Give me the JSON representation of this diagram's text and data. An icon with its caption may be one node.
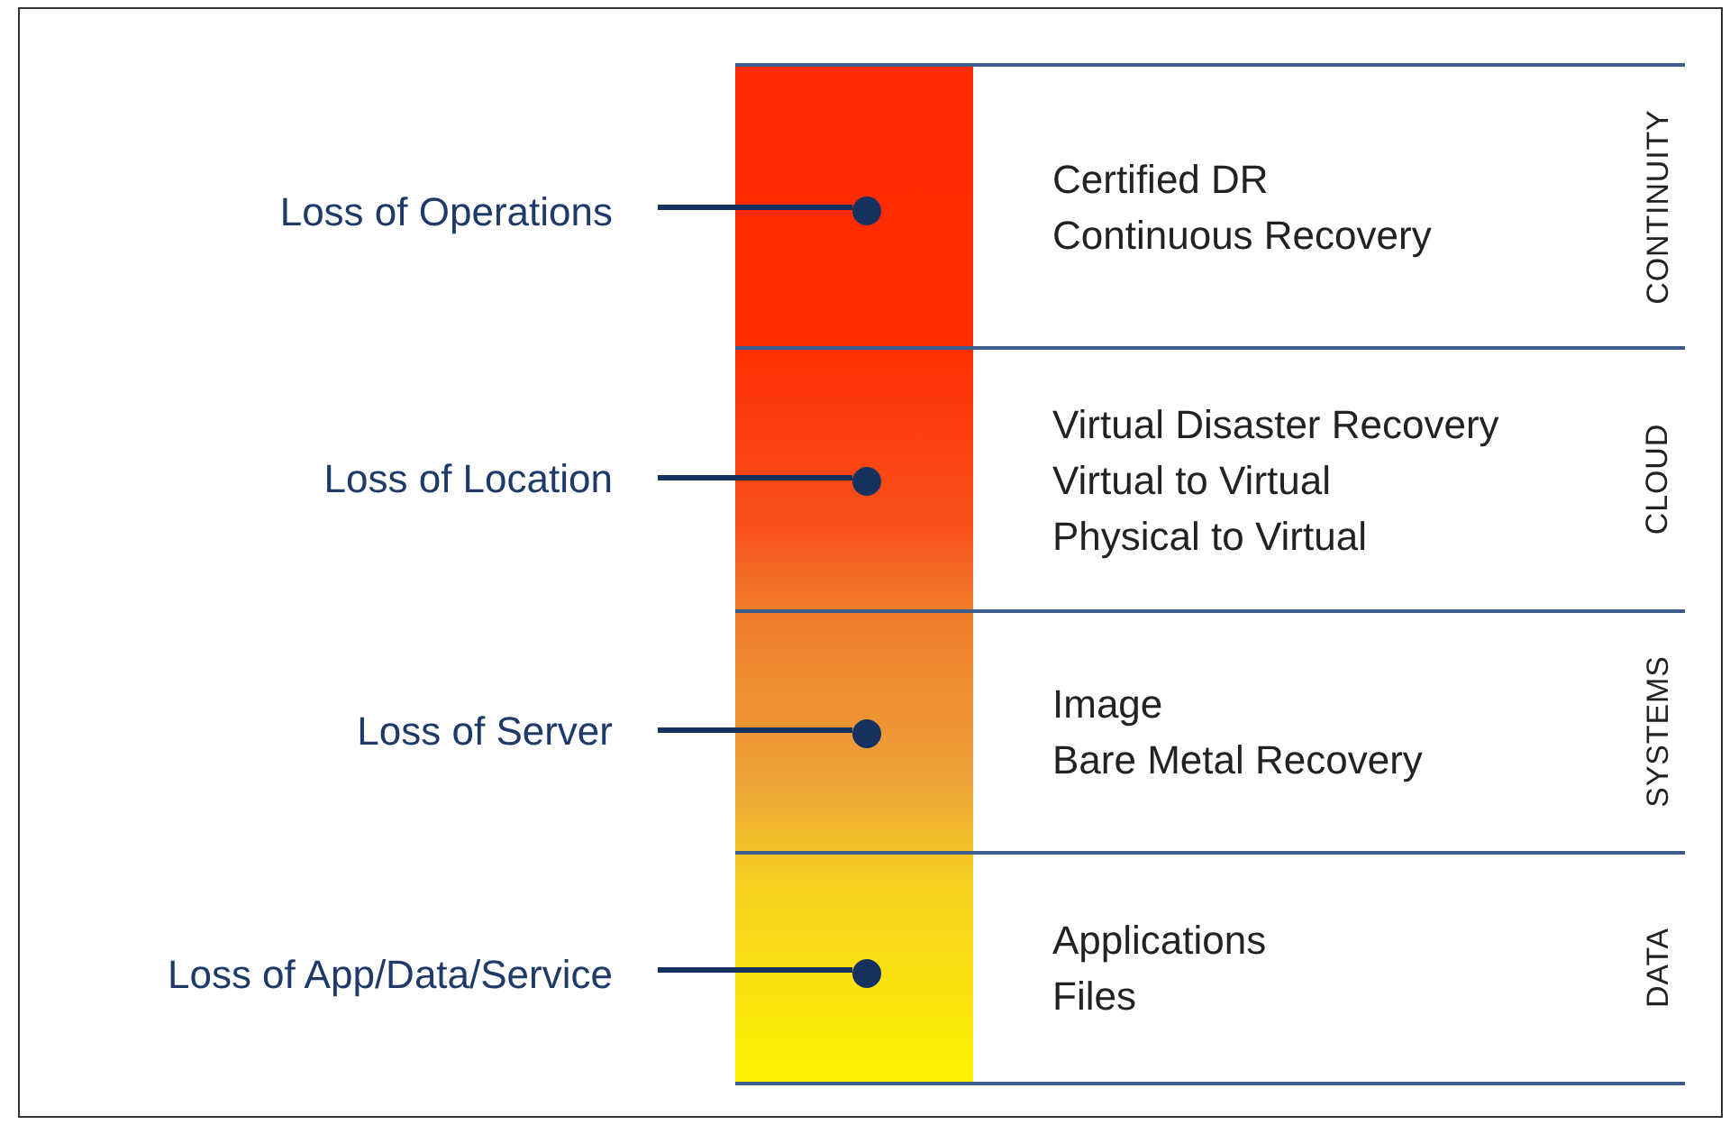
{
  "diagram": {
    "nodes": [
      {
        "text": [
          "Loss of Operations"
        ]
      },
      {
        "text": [
          "Loss of Location"
        ]
      },
      {
        "text": [
          "Loss of Server"
        ]
      },
      {
        "text": [
          "Loss of App/Data/Service"
        ]
      },
      {
        "text": [
          "Certified DR",
          "Continuous Recovery",
          "CONTINUITY"
        ]
      },
      {
        "text": [
          "Virtual Disaster Recovery",
          "Virtual to Virtual",
          "Physical to Virtual",
          "CLOUD"
        ]
      },
      {
        "text": [
          "Image",
          "Bare Metal Recovery",
          "SYSTEMS"
        ]
      },
      {
        "text": [
          "Applications",
          "Files",
          "DATA"
        ]
      },
      {
        "text": [],
        "shape": "circle",
        "in": 4
      },
      {
        "text": [],
        "shape": "circle",
        "in": 5
      },
      {
        "text": [],
        "shape": "circle",
        "in": 6
      },
      {
        "text": [],
        "shape": "circle",
        "in": 7
      }
    ],
    "edges": [
      {
        "from": 0,
        "to": 8,
        "arrow": "none"
      },
      {
        "from": 1,
        "to": 9,
        "arrow": "none"
      },
      {
        "from": 2,
        "to": 10,
        "arrow": "none"
      },
      {
        "from": 3,
        "to": 11,
        "arrow": "none"
      }
    ]
  }
}
